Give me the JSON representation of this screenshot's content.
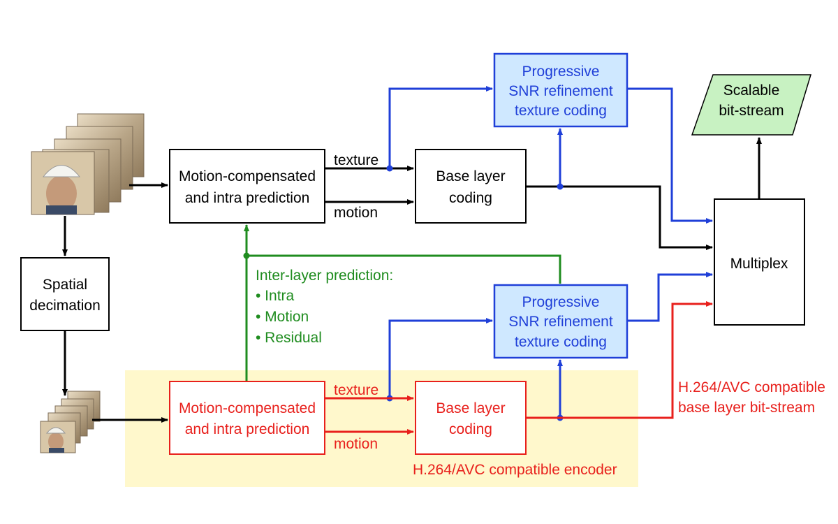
{
  "blocks": {
    "motion_top": [
      "Motion-compensated",
      "and intra prediction"
    ],
    "base_top": [
      "Base layer",
      "coding"
    ],
    "snr_top": [
      "Progressive",
      "SNR refinement",
      "texture coding"
    ],
    "scalable": [
      "Scalable",
      "bit-stream"
    ],
    "multiplex": "Multiplex",
    "spatial": [
      "Spatial",
      "decimation"
    ],
    "snr_bottom": [
      "Progressive",
      "SNR refinement",
      "texture coding"
    ],
    "motion_bottom": [
      "Motion-compensated",
      "and intra prediction"
    ],
    "base_bottom": [
      "Base layer",
      "coding"
    ]
  },
  "labels": {
    "texture_top": "texture",
    "motion_top": "motion",
    "texture_bottom": "texture",
    "motion_bottom": "motion",
    "interlayer_title": "Inter-layer prediction:",
    "interlayer_items": [
      "• Intra",
      "• Motion",
      "• Residual"
    ],
    "compat_bitstream": [
      "H.264/AVC compatible",
      "base layer bit-stream"
    ],
    "compat_encoder": "H.264/AVC compatible encoder"
  },
  "colors": {
    "enhancement_fill": "#cfe8ff",
    "enhancement_stroke": "#1f3fd8",
    "base_layer": "#e8201c",
    "interlayer": "#1f8c1f",
    "encoder_region": "#fff8cc",
    "bitstream_fill": "#c8f2c2"
  },
  "icons": {
    "video_frames_large": "video-frame-stack-icon",
    "video_frames_small": "video-frame-stack-icon"
  }
}
